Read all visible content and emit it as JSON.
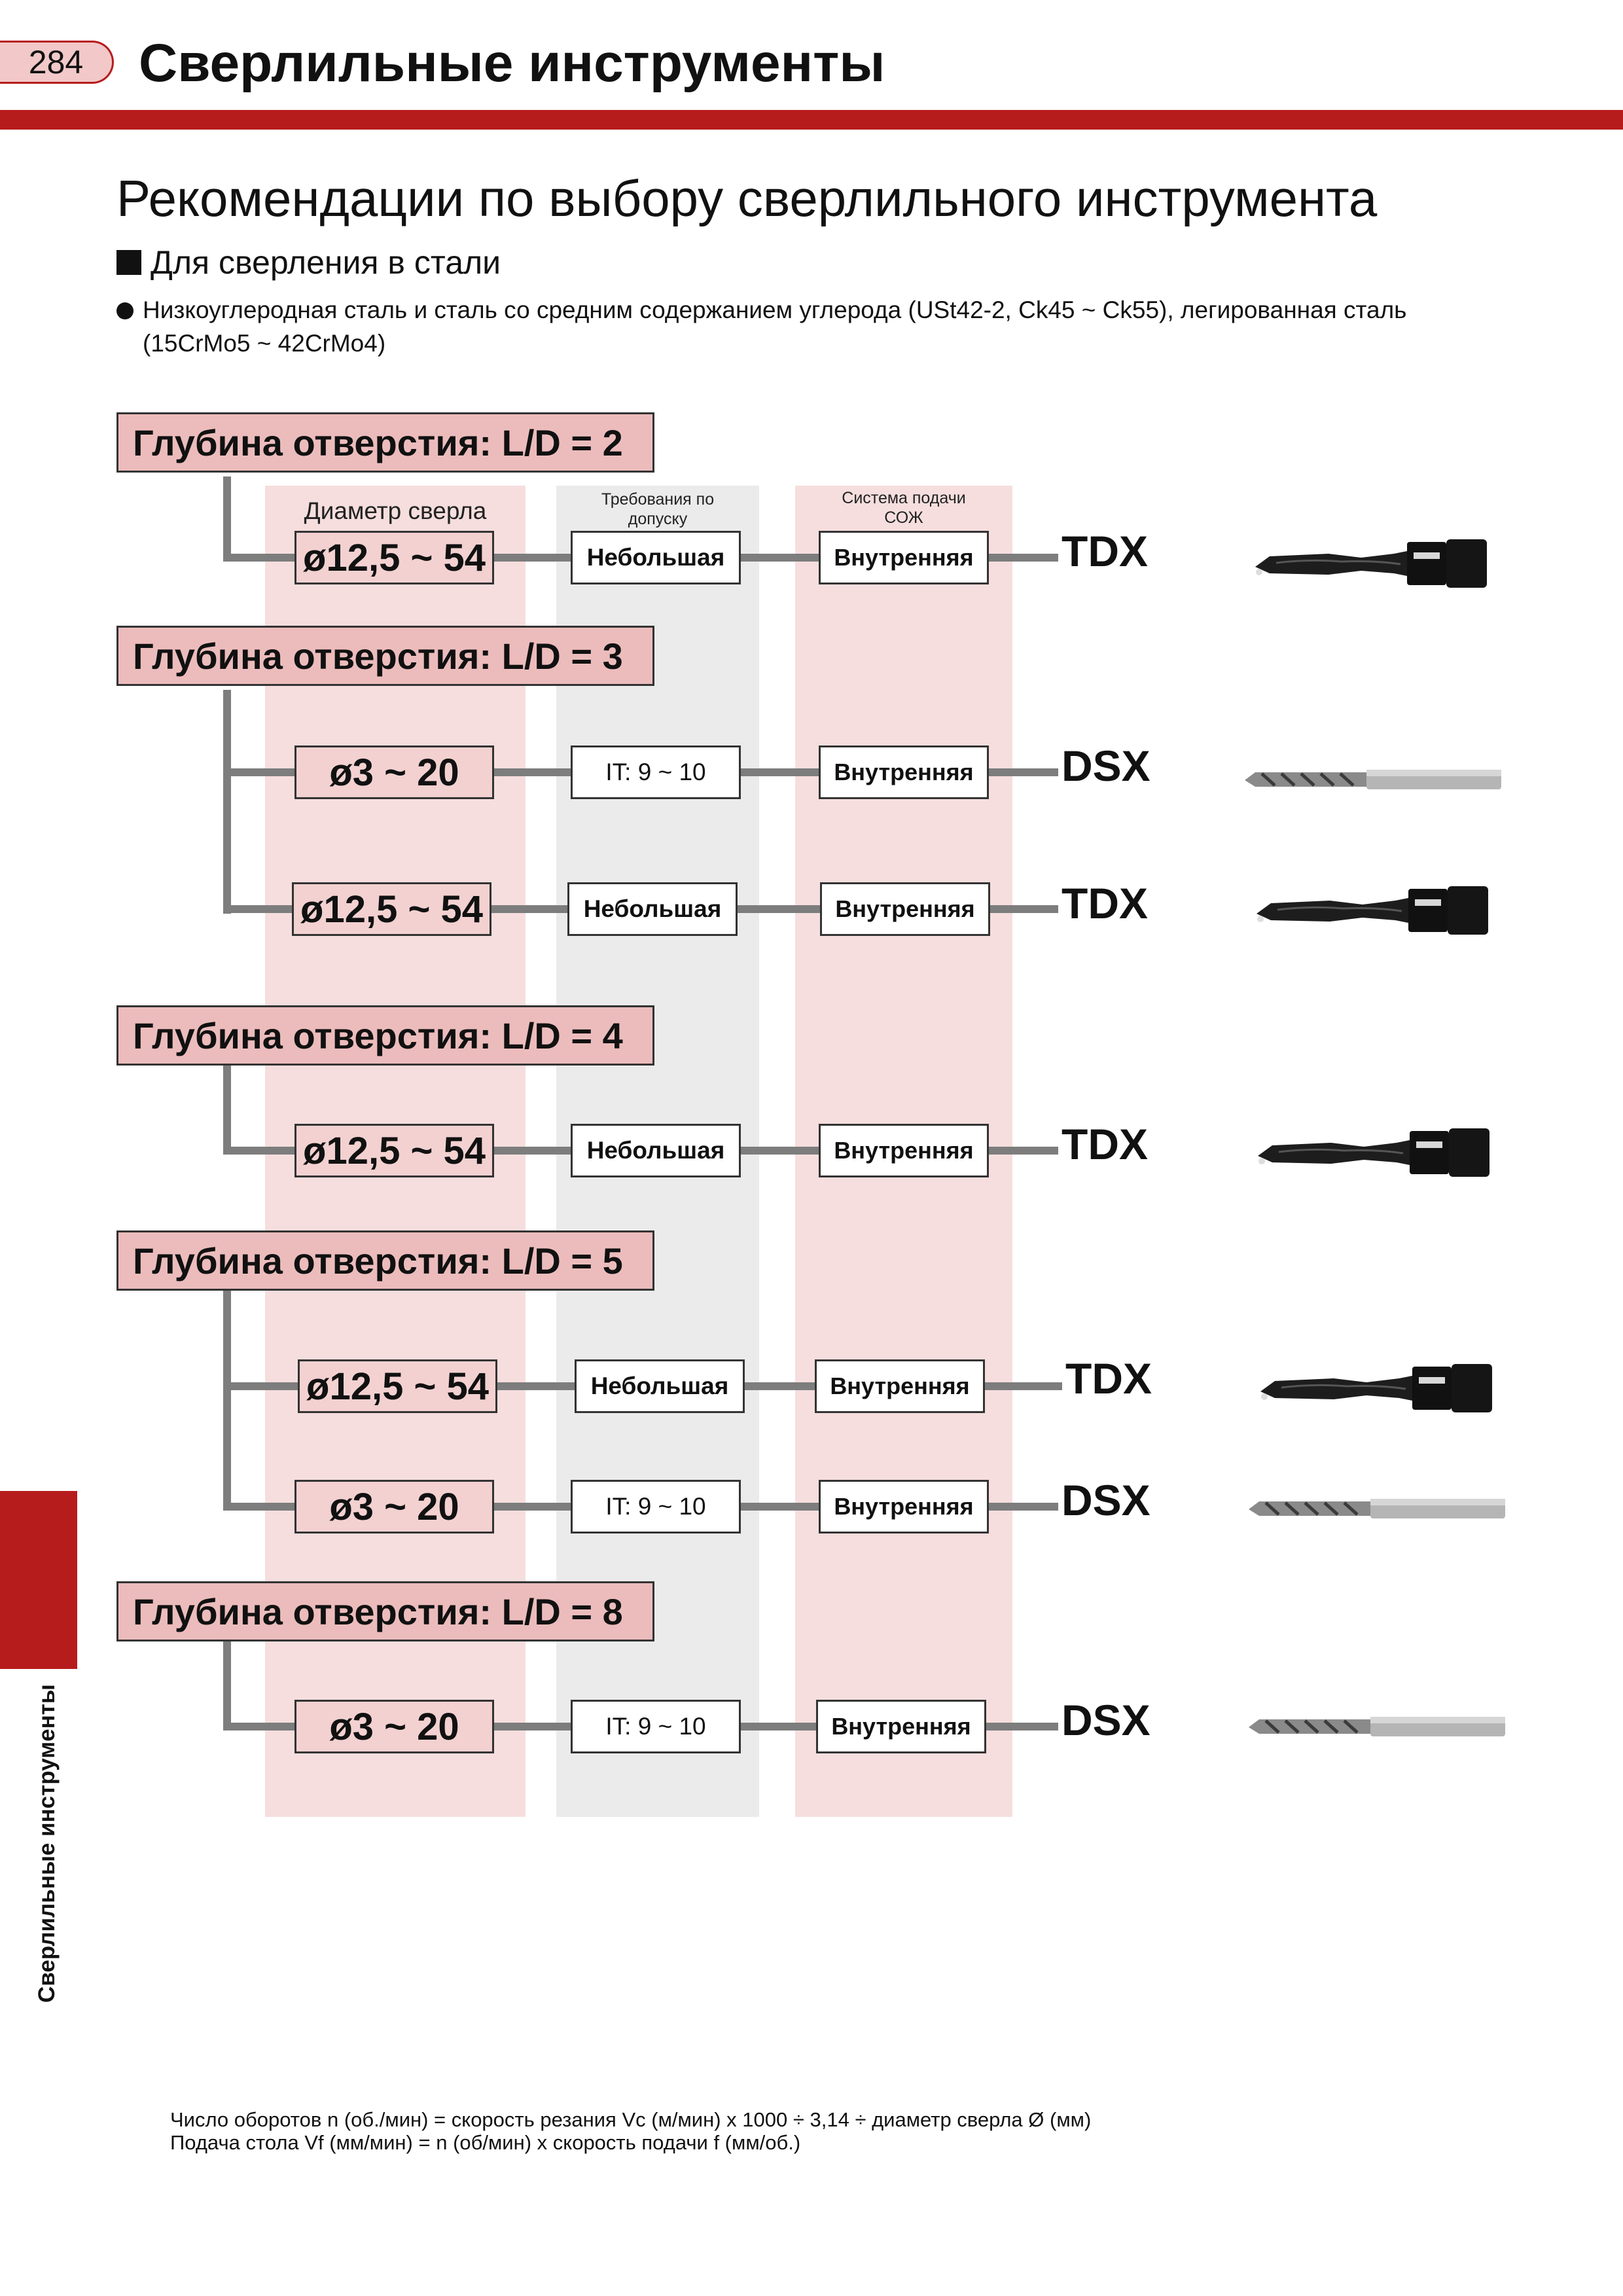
{
  "header": {
    "page_number": "284",
    "title": "Сверлильные инструменты"
  },
  "page_title": "Рекомендации по выбору сверлильного инструмента",
  "section_heading": "Для сверления в стали",
  "bullet": {
    "line1": "Низкоуглеродная сталь и сталь со средним содержанием углерода (USt42-2, Ck45 ~ Ck55), легированная сталь",
    "line2": "(15CrMo5 ~ 42CrMo4)"
  },
  "columns": {
    "diameter": "Диаметр сверла",
    "tolerance_1": "Требования по",
    "tolerance_2": "допуску",
    "coolant_1": "Система подачи",
    "coolant_2": "СОЖ"
  },
  "depths": [
    {
      "label": "Глубина отверстия: L/D = 2",
      "rows": [
        {
          "diameter": "ø12,5 ~ 54",
          "tolerance": "Небольшая",
          "coolant": "Внутренняя",
          "tool": "TDX",
          "image": "tdx-drill"
        }
      ]
    },
    {
      "label": "Глубина отверстия: L/D = 3",
      "rows": [
        {
          "diameter": "ø3 ~ 20",
          "tolerance": "IT: 9 ~ 10",
          "coolant": "Внутренняя",
          "tool": "DSX",
          "image": "dsx-drill"
        },
        {
          "diameter": "ø12,5 ~ 54",
          "tolerance": "Небольшая",
          "coolant": "Внутренняя",
          "tool": "TDX",
          "image": "tdx-drill"
        }
      ]
    },
    {
      "label": "Глубина отверстия: L/D = 4",
      "rows": [
        {
          "diameter": "ø12,5 ~ 54",
          "tolerance": "Небольшая",
          "coolant": "Внутренняя",
          "tool": "TDX",
          "image": "tdx-drill"
        }
      ]
    },
    {
      "label": "Глубина отверстия: L/D = 5",
      "rows": [
        {
          "diameter": "ø12,5 ~ 54",
          "tolerance": "Небольшая",
          "coolant": "Внутренняя",
          "tool": "TDX",
          "image": "tdx-drill"
        },
        {
          "diameter": "ø3 ~ 20",
          "tolerance": "IT: 9 ~ 10",
          "coolant": "Внутренняя",
          "tool": "DSX",
          "image": "dsx-drill"
        }
      ]
    },
    {
      "label": "Глубина отверстия: L/D = 8",
      "rows": [
        {
          "diameter": "ø3 ~ 20",
          "tolerance": "IT: 9 ~ 10",
          "coolant": "Внутренняя",
          "tool": "DSX",
          "image": "dsx-drill"
        }
      ]
    }
  ],
  "side_label": "Сверлильные инструменты",
  "formulas": [
    "Число оборотов n (об./мин) = скорость резания Vc (м/мин) x 1000 ÷ 3,14 ÷ диаметр сверла Ø (мм)",
    "Подача стола Vf (мм/мин) = n (об/мин) x скорость подачи f (мм/об.)"
  ],
  "colors": {
    "brand_red": "#b71c1c",
    "depth_fill": "#ecbcbc",
    "column_pink": "#f6dede",
    "column_gray": "#ebebeb",
    "connector": "#7d7d7d"
  }
}
